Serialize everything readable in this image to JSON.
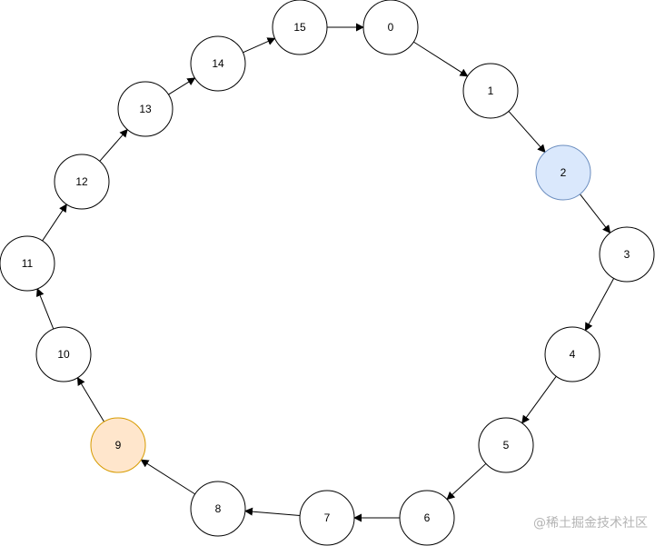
{
  "diagram": {
    "nodes": [
      {
        "id": "0",
        "label": "0",
        "fill": "#ffffff",
        "stroke": "#000000"
      },
      {
        "id": "1",
        "label": "1",
        "fill": "#ffffff",
        "stroke": "#000000"
      },
      {
        "id": "2",
        "label": "2",
        "fill": "#dae8fc",
        "stroke": "#6c8ebf"
      },
      {
        "id": "3",
        "label": "3",
        "fill": "#ffffff",
        "stroke": "#000000"
      },
      {
        "id": "4",
        "label": "4",
        "fill": "#ffffff",
        "stroke": "#000000"
      },
      {
        "id": "5",
        "label": "5",
        "fill": "#ffffff",
        "stroke": "#000000"
      },
      {
        "id": "6",
        "label": "6",
        "fill": "#ffffff",
        "stroke": "#000000"
      },
      {
        "id": "7",
        "label": "7",
        "fill": "#ffffff",
        "stroke": "#000000"
      },
      {
        "id": "8",
        "label": "8",
        "fill": "#ffffff",
        "stroke": "#000000"
      },
      {
        "id": "9",
        "label": "9",
        "fill": "#ffe6cc",
        "stroke": "#d79b00"
      },
      {
        "id": "10",
        "label": "10",
        "fill": "#ffffff",
        "stroke": "#000000"
      },
      {
        "id": "11",
        "label": "11",
        "fill": "#ffffff",
        "stroke": "#000000"
      },
      {
        "id": "12",
        "label": "12",
        "fill": "#ffffff",
        "stroke": "#000000"
      },
      {
        "id": "13",
        "label": "13",
        "fill": "#ffffff",
        "stroke": "#000000"
      },
      {
        "id": "14",
        "label": "14",
        "fill": "#ffffff",
        "stroke": "#000000"
      },
      {
        "id": "15",
        "label": "15",
        "fill": "#ffffff",
        "stroke": "#000000"
      }
    ],
    "edges": [
      {
        "from": "15",
        "to": "0"
      },
      {
        "from": "0",
        "to": "1"
      },
      {
        "from": "1",
        "to": "2"
      },
      {
        "from": "2",
        "to": "3"
      },
      {
        "from": "3",
        "to": "4"
      },
      {
        "from": "4",
        "to": "5"
      },
      {
        "from": "5",
        "to": "6"
      },
      {
        "from": "6",
        "to": "7"
      },
      {
        "from": "7",
        "to": "8"
      },
      {
        "from": "8",
        "to": "9"
      },
      {
        "from": "9",
        "to": "10"
      },
      {
        "from": "10",
        "to": "11"
      },
      {
        "from": "11",
        "to": "12"
      },
      {
        "from": "12",
        "to": "13"
      },
      {
        "from": "13",
        "to": "14"
      },
      {
        "from": "14",
        "to": "15"
      }
    ],
    "edge_color": "#000000"
  },
  "watermark": {
    "text": "@稀土掘金技术社区"
  }
}
